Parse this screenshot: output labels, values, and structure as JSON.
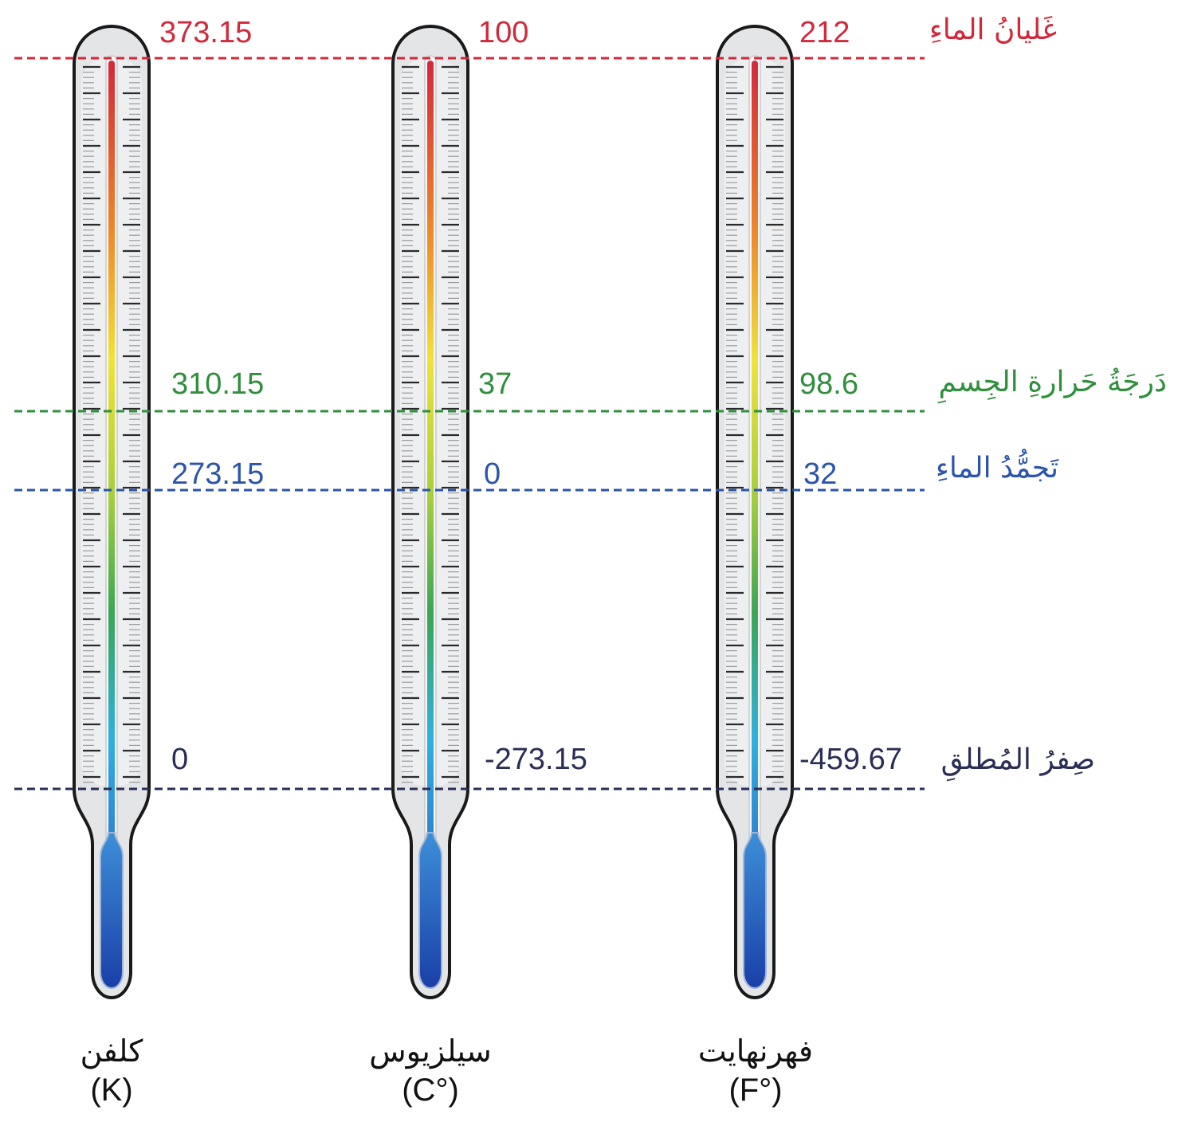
{
  "colors": {
    "boiling": "#d2283b",
    "body": "#2f8f3c",
    "freezing": "#2b55a8",
    "absolute_zero": "#2a2d55",
    "thermometer_outline": "#1a1a1a",
    "thermometer_fill": "#e4e5e7",
    "bulb_blue": "#1f56b8"
  },
  "reference_points": [
    {
      "id": "boiling",
      "label": "غَليانُ الماءِ"
    },
    {
      "id": "body",
      "label": "دَرجَةُ حَرارةِ الجِسمِ"
    },
    {
      "id": "freezing",
      "label": "تَجمُّدُ الماءِ"
    },
    {
      "id": "absolute_zero",
      "label": "صِفرُ المُطلقِ"
    }
  ],
  "thermometers": [
    {
      "name": "كلفن",
      "unit": "(K)",
      "values": {
        "boiling": "373.15",
        "body": "310.15",
        "freezing": "273.15",
        "absolute_zero": "0"
      }
    },
    {
      "name": "سيلزيوس",
      "unit": "(C°)",
      "values": {
        "boiling": "100",
        "body": "37",
        "freezing": "0",
        "absolute_zero": "-273.15"
      }
    },
    {
      "name": "فهرنهايت",
      "unit": "(F°)",
      "values": {
        "boiling": "212",
        "body": "98.6",
        "freezing": "32",
        "absolute_zero": "-459.67"
      }
    }
  ]
}
